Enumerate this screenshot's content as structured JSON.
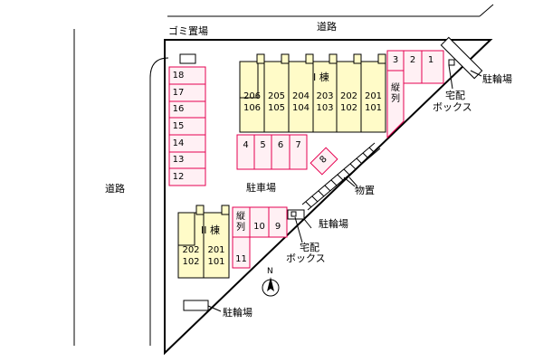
{
  "labels": {
    "road_top": "道路",
    "road_left": "道路",
    "garbage": "ゴミ置場",
    "parking": "駐車場",
    "storage": "物置",
    "bike_right": "駐輪場",
    "bike_mid": "駐輪場",
    "bike_bottom": "駐輪場",
    "delivery_right_1": "宅配",
    "delivery_right_2": "ボックス",
    "delivery_mid_1": "宅配",
    "delivery_mid_2": "ボックス",
    "north": "N"
  },
  "building_1": {
    "name": "I 棟",
    "upper": [
      "206",
      "205",
      "204",
      "203",
      "202",
      "201"
    ],
    "lower": [
      "106",
      "105",
      "104",
      "103",
      "102",
      "101"
    ]
  },
  "building_2": {
    "name": "II 棟",
    "upper": [
      "202",
      "201"
    ],
    "lower": [
      "102",
      "101"
    ]
  },
  "parking_left": [
    "18",
    "17",
    "16",
    "15",
    "14",
    "13",
    "12"
  ],
  "parking_mid": [
    "4",
    "5",
    "6",
    "7"
  ],
  "parking_diag": "8",
  "parking_top": [
    "3",
    "2",
    "1"
  ],
  "parking_lower": [
    "10",
    "9"
  ],
  "parking_11": "11",
  "tandem_top": [
    "縦",
    "列"
  ],
  "tandem_lower": [
    "縦",
    "列"
  ],
  "colors": {
    "parking_stroke": "#e60050",
    "building_fill": "#fffbc8",
    "line": "#000000"
  }
}
